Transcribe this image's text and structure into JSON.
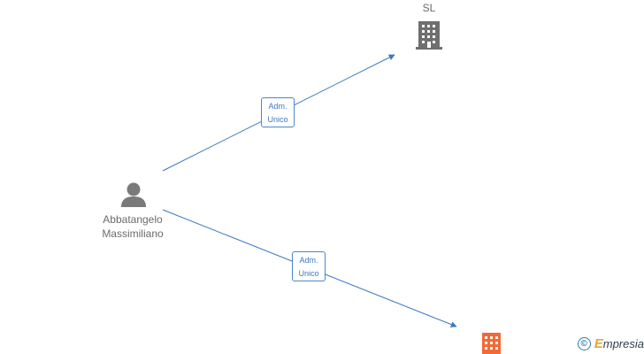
{
  "nodes": {
    "company_top": {
      "label": "SL",
      "color": "#6f6f6f",
      "icon": "building-icon"
    },
    "person": {
      "label_line1": "Abbatangelo",
      "label_line2": "Massimiliano",
      "color": "#7a7a7a",
      "icon": "person-icon"
    },
    "company_bottom": {
      "label": "",
      "color": "#f26a35",
      "icon": "building-icon"
    }
  },
  "edges": [
    {
      "from": "person",
      "to": "company_top",
      "label_line1": "Adm.",
      "label_line2": "Unico"
    },
    {
      "from": "person",
      "to": "company_bottom",
      "label_line1": "Adm.",
      "label_line2": "Unico"
    }
  ],
  "colors": {
    "edge": "#3b78c2"
  },
  "watermark": {
    "symbol": "©",
    "brand_initial": "E",
    "brand_rest": "mpresia"
  }
}
